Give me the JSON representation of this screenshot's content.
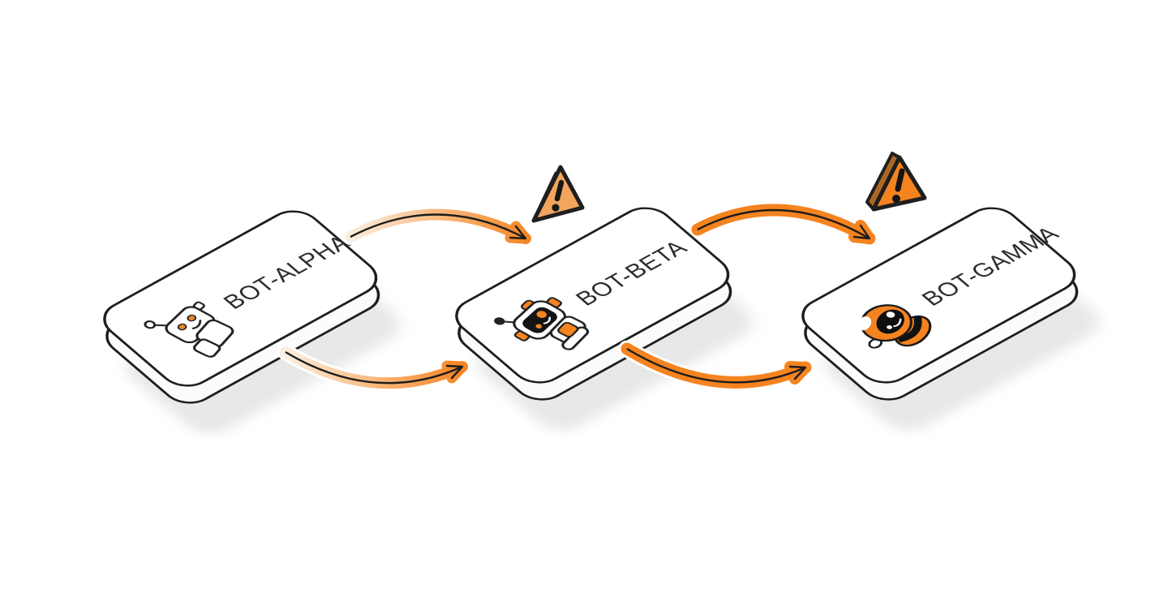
{
  "diagram": {
    "nodes": [
      {
        "id": "bot-alpha",
        "label": "BOT-ALPHA",
        "icon": "robot-line-art-icon",
        "warning_badge": false
      },
      {
        "id": "bot-beta",
        "label": "BOT-BETA",
        "icon": "robot-orange-accent-icon",
        "warning_badge": true
      },
      {
        "id": "bot-gamma",
        "label": "BOT-GAMMA",
        "icon": "robot-solid-orange-icon",
        "warning_badge": true
      }
    ],
    "connections": [
      {
        "from": "bot-alpha",
        "to": "bot-beta",
        "route": "top",
        "style": "fades-in-from-source"
      },
      {
        "from": "bot-alpha",
        "to": "bot-beta",
        "route": "bottom",
        "style": "fades-in-from-source"
      },
      {
        "from": "bot-beta",
        "to": "bot-gamma",
        "route": "top",
        "style": "solid-orange"
      },
      {
        "from": "bot-beta",
        "to": "bot-gamma",
        "route": "bottom",
        "style": "solid-orange"
      }
    ],
    "warnings": [
      {
        "at": "bot-beta",
        "glyph": "!",
        "fill": "#f3a55e"
      },
      {
        "at": "bot-gamma",
        "glyph": "!",
        "fill": "#f5831f",
        "side_fill": "#ad6722"
      }
    ],
    "colors": {
      "background": "#ffffff",
      "accent_orange": "#f5831f",
      "pale_orange": "#fcefe1",
      "outline": "#1e1e1e",
      "card_face": "#ffffff",
      "card_shadow": "#e4e4e4",
      "label_text": "#2c2c2c",
      "robot_eye_orange": "#e9892b"
    }
  }
}
